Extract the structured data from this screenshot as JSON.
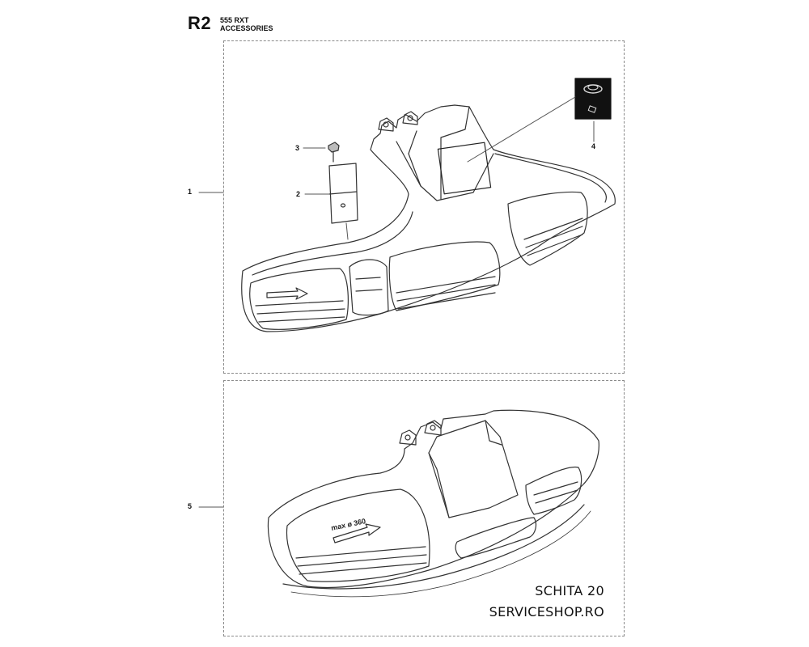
{
  "header": {
    "code": "R2",
    "model": "555 RXT",
    "section": "ACCESSORIES"
  },
  "callouts": {
    "c1": "1",
    "c2": "2",
    "c3": "3",
    "c4": "4",
    "c5": "5"
  },
  "guard_marking": {
    "text": "max ø 360"
  },
  "watermark": {
    "line1": "SCHITA 20",
    "line2": "SERVICESHOP.RO"
  }
}
